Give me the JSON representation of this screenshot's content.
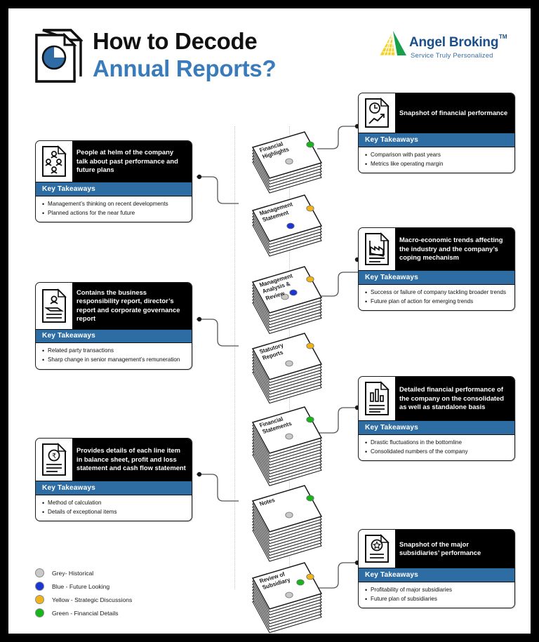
{
  "header": {
    "title_line1": "How to Decode",
    "title_line2": "Annual Reports?",
    "doc_chart_icon": "document-piechart-icon",
    "logo": {
      "name": "Angel Broking",
      "tm": "TM",
      "tagline": "Service Truly Personalized",
      "mark": "angel-triangle-mark"
    }
  },
  "key_takeaways_label": "Key Takeaways",
  "colors": {
    "accent_blue": "#2e6da4",
    "title_blue": "#3a7cbb",
    "header_black": "#000000",
    "grey_dot": "#c9c9c9",
    "blue_dot": "#1a36d4",
    "yellow_dot": "#f0b419",
    "green_dot": "#16b51a"
  },
  "left_cards": [
    {
      "icon": "people-group-document-icon",
      "headline": "People at helm of the company talk about past performance and future plans",
      "takeaways": [
        "Management’s thinking on recent developments",
        "Planned actions for the near future"
      ]
    },
    {
      "icon": "person-handshake-document-icon",
      "headline": "Contains the business responsibility report, director’s report and corporate governance report",
      "takeaways": [
        "Related party transactions",
        "Sharp change in senior management’s remuneration"
      ]
    },
    {
      "icon": "rupee-document-icon",
      "headline": "Provides details of each line item in balance sheet, profit and loss statement and cash flow statement",
      "takeaways": [
        "Method of calculation",
        "Details of exceptional items"
      ]
    }
  ],
  "right_cards": [
    {
      "icon": "clock-growth-chart-document-icon",
      "headline": "Snapshot of financial performance",
      "takeaways": [
        "Comparison with past years",
        "Metrics like operating margin"
      ]
    },
    {
      "icon": "factory-trend-document-icon",
      "headline": "Macro-economic trends affecting the industry and the company’s coping mechanism",
      "takeaways": [
        "Success or failure of company tackling broader trends",
        "Future plan of action for emerging trends"
      ]
    },
    {
      "icon": "bar-chart-document-icon",
      "headline": "Detailed financial performance of the company on the consolidated as well as standalone basis",
      "takeaways": [
        "Drastic fluctuations in the bottomline",
        "Consolidated numbers of the company"
      ]
    },
    {
      "icon": "star-badge-document-icon",
      "headline": "Snapshot of the major subsidiaries’ performance",
      "takeaways": [
        "Profitability of major subsidiaries",
        "Future plan of subsidiaries"
      ]
    }
  ],
  "stacks": [
    {
      "label": "Financial\nHighlights",
      "sheets": 5,
      "dots": [
        "green",
        "grey"
      ]
    },
    {
      "label": "Management\nStatement",
      "sheets": 5,
      "dots": [
        "yellow",
        "blue"
      ]
    },
    {
      "label": "Management\nAnalysis &\nReview",
      "sheets": 7,
      "dots": [
        "yellow",
        "blue",
        "grey"
      ]
    },
    {
      "label": "Statutory\nReports",
      "sheets": 8,
      "dots": [
        "yellow",
        "grey"
      ]
    },
    {
      "label": "Financial\nStatements",
      "sheets": 11,
      "dots": [
        "green",
        "grey"
      ]
    },
    {
      "label": "Notes",
      "sheets": 10,
      "dots": [
        "green",
        "grey"
      ]
    },
    {
      "label": "Review of\nSubsidiary",
      "sheets": 8,
      "dots": [
        "yellow",
        "green",
        "grey"
      ]
    }
  ],
  "legend": {
    "items": [
      {
        "color": "#c9c9c9",
        "text": "Grey- Historical"
      },
      {
        "color": "#1a36d4",
        "text": "Blue - Future Looking"
      },
      {
        "color": "#f0b419",
        "text": "Yellow - Strategic Discussions"
      },
      {
        "color": "#16b51a",
        "text": "Green - Financial Details"
      }
    ]
  }
}
